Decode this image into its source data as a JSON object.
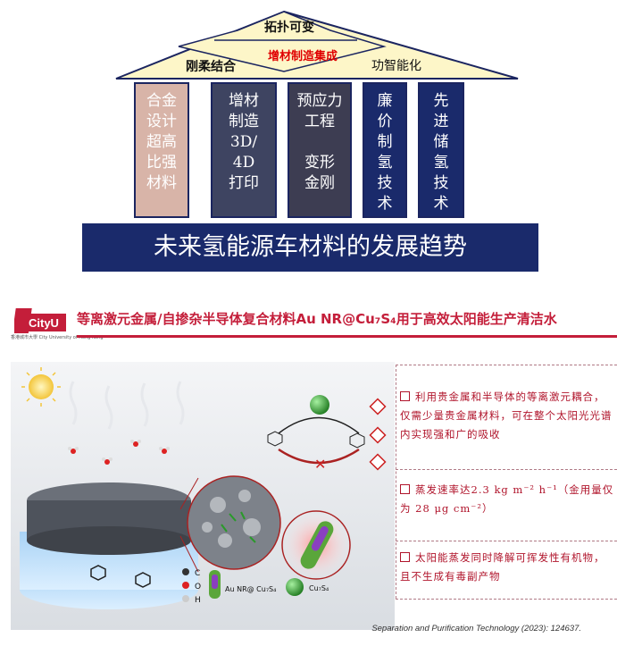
{
  "roof": {
    "top_label": "拓扑可变",
    "center_label": "增材制造集成",
    "left_label": "刚柔结合",
    "right_label": "功智能化"
  },
  "pillars": [
    {
      "lines": "合金\n设计\n超高\n比强\n材料",
      "color": "#d8b4a8"
    },
    {
      "lines": "增材\n制造\n3D/\n4D\n打印",
      "color": "#3e4461"
    },
    {
      "lines": "预应力\n工程\n\n变形\n金刚",
      "color": "#3d3d52"
    },
    {
      "lines": "廉\n价\n制\n氢\n技\n术",
      "color": "#1a2a6b"
    },
    {
      "lines": "先\n进\n储\n氢\n技\n术",
      "color": "#1a2a6b"
    }
  ],
  "banner": "未来氢能源车材料的发展趋势",
  "header": {
    "logo_text": "CityU",
    "logo_sub": "香港城市大學 City University of Hong Kong",
    "title": "等离激元金属/自掺杂半导体复合材料Au NR@Cu₇S₄用于高效太阳能生产清洁水"
  },
  "figure": {
    "legend": {
      "c": "C",
      "o": "O",
      "h": "H",
      "nr": "Au NR@ Cu₇S₄",
      "cus": "Cu₇S₄"
    }
  },
  "bullets": [
    "利用贵金属和半导体的等离激元耦合，仅需少量贵金属材料，可在整个太阳光光谱内实现强和广的吸收",
    "蒸发速率达2.3 kg m⁻² h⁻¹（金用量仅为 28 μg cm⁻²）",
    "太阳能蒸发同时降解可挥发性有机物，且不生成有毒副产物"
  ],
  "citation": "Separation and Purification Technology (2023): 124637.",
  "colors": {
    "accent": "#c41e3a",
    "navy": "#1a2a6b",
    "roof": "#fdf6c8"
  }
}
